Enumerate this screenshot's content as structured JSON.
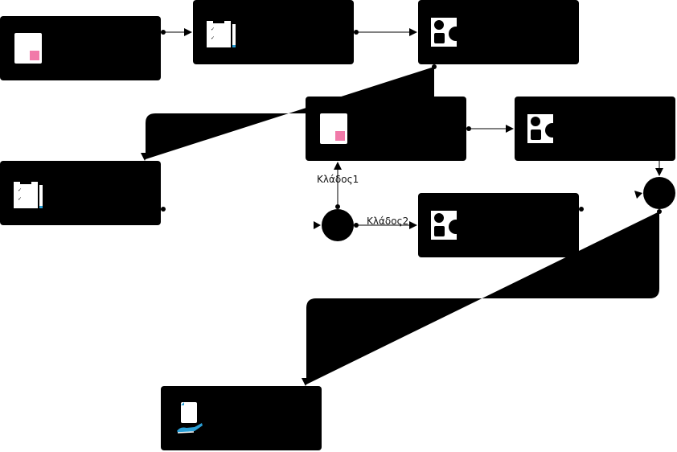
{
  "diagram": {
    "labels": {
      "branch1": "Κλάδος1",
      "branch2": "Κλάδος2"
    },
    "icons": {
      "doc-icon": "document",
      "checklist-icon": "clipboard-checklist",
      "shapes-icon": "shapes",
      "hand-doc-icon": "document-hand"
    },
    "colors": {
      "node_fill": "#000000",
      "accent_pink": "#f17aa9",
      "accent_blue": "#2a9fd6"
    }
  }
}
